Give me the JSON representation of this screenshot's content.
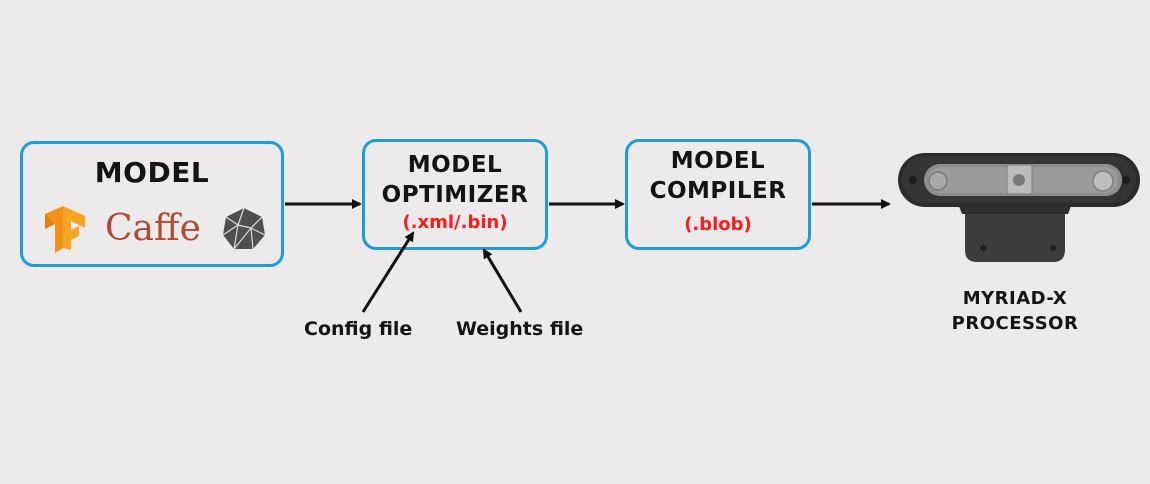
{
  "model": {
    "title": "MODEL",
    "caffe_text": "Caffe",
    "logos": [
      "tensorflow-icon",
      "caffe-logo",
      "onnx-icon"
    ]
  },
  "optimizer": {
    "line1": "MODEL",
    "line2": "OPTIMIZER",
    "extension": "(.xml/.bin)"
  },
  "compiler": {
    "line1": "MODEL",
    "line2": "COMPILER",
    "extension": "(.blob)"
  },
  "inputs": {
    "config": "Config file",
    "weights": "Weights file"
  },
  "processor": {
    "line1": "MYRIAD-X",
    "line2": "PROCESSOR"
  },
  "colors": {
    "background": "#eceaeb",
    "box_border": "#1f9bd7",
    "extension_text": "#ff1a1a",
    "caffe_text": "#b3492f",
    "tensorflow_orange": "#f7931e"
  }
}
